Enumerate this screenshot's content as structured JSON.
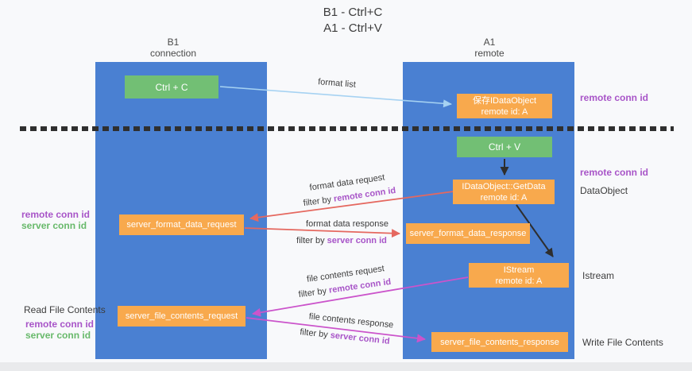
{
  "title": {
    "line1": "B1 - Ctrl+C",
    "line2": "A1 - Ctrl+V"
  },
  "lanes": {
    "left": {
      "name": "B1",
      "role": "connection"
    },
    "right": {
      "name": "A1",
      "role": "remote"
    }
  },
  "keys": {
    "copy": "Ctrl + C",
    "paste": "Ctrl + V"
  },
  "nodes": {
    "save_idataobject": {
      "title": "保存IDataObject",
      "subtitle": "remote id: A"
    },
    "getdata": {
      "title": "IDataObject::GetData",
      "subtitle": "remote id: A"
    },
    "istream": {
      "title": "IStream",
      "subtitle": "remote id: A"
    },
    "format_request": "server_format_data_request",
    "format_response": "server_format_data_response",
    "file_request": "server_file_contents_request",
    "file_response": "server_file_contents_response"
  },
  "conn_ids": {
    "remote": "remote conn id",
    "server": "server conn id"
  },
  "side_labels": {
    "dataobject": "DataObject",
    "istream": "Istream",
    "write_file": "Write File Contents",
    "read_file": "Read File Contents"
  },
  "arrows": {
    "format_list": "format list",
    "format_data_request": "format data request",
    "format_data_response": "format data response",
    "file_contents_request": "file contents request",
    "file_contents_response": "file contents response",
    "filter_by": "filter by"
  },
  "colors": {
    "lane_blue": "#4a80d2",
    "node_orange": "#f8a94d",
    "key_green": "#72bf74",
    "remote_id_purple": "#a855c8",
    "server_id_green": "#68b96b",
    "arrow_red": "#e5685f",
    "arrow_magenta": "#cb54cb",
    "arrow_light_blue": "#a6d2f2",
    "arrow_black": "#2e2e2e"
  }
}
